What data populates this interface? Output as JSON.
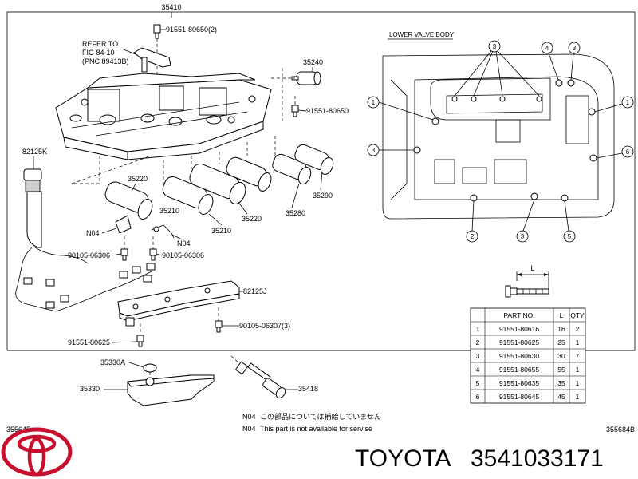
{
  "figure": {
    "code_left": "355645",
    "code_right": "355684B",
    "brand": "TOYOTA",
    "part_number": "3541033171"
  },
  "left_labels": {
    "ref_note": [
      "REFER TO",
      "FIG 84-10",
      "(PNC 89413B)"
    ],
    "l35410": "35410",
    "l91551_80650_2": "91551-80650(2)",
    "l35240": "35240",
    "l91551_80650": "91551-80650",
    "l82125K": "82125K",
    "l35220_a": "35220",
    "l35210_a": "35210",
    "l35220_b": "35220",
    "l35210_b": "35210",
    "l35280": "35280",
    "l35290": "35290",
    "lN04_a": "N04",
    "lN04_b": "N04",
    "l90105_06306_a": "90105-06306",
    "l90105_06306_b": "90105-06306",
    "l82125J": "82125J",
    "l90105_06307_3": "90105-06307(3)",
    "l91551_80625": "91551-80625",
    "l35330A": "35330A",
    "l35330": "35330",
    "l35418": "35418"
  },
  "lower_valve": {
    "title": "LOWER VALVE BODY",
    "callouts": [
      "1",
      "2",
      "3",
      "4",
      "5",
      "6"
    ]
  },
  "bolt_dim": "L",
  "parts_table": {
    "headers": [
      "PART NO.",
      "L",
      "QTY"
    ],
    "rows": [
      {
        "idx": "1",
        "part": "91551-80616",
        "l": "16",
        "qty": "2"
      },
      {
        "idx": "2",
        "part": "91551-80625",
        "l": "25",
        "qty": "1"
      },
      {
        "idx": "3",
        "part": "91551-80630",
        "l": "30",
        "qty": "7"
      },
      {
        "idx": "4",
        "part": "91551-80655",
        "l": "55",
        "qty": "1"
      },
      {
        "idx": "5",
        "part": "91551-80635",
        "l": "35",
        "qty": "1"
      },
      {
        "idx": "6",
        "part": "91551-80645",
        "l": "45",
        "qty": "1"
      }
    ]
  },
  "notes": {
    "code1": "N04",
    "text1": "この部品については補給していません",
    "code2": "N04",
    "text2": "This part is not available for servise"
  }
}
